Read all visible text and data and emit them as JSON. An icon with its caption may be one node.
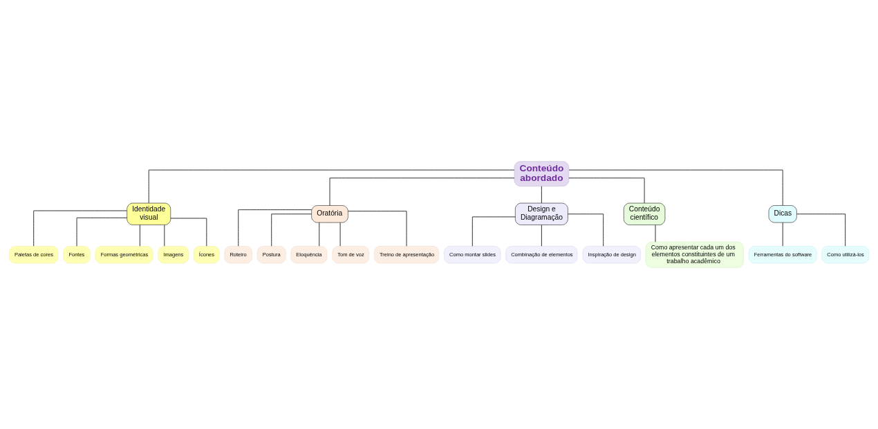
{
  "diagram": {
    "nodes": [
      {
        "text": [
          "Conteúdo abordado"
        ]
      },
      {
        "text": [
          "Identidade visual"
        ]
      },
      {
        "text": [
          "Paletas de cores"
        ]
      },
      {
        "text": [
          "Fontes"
        ]
      },
      {
        "text": [
          "Formas geométricas"
        ]
      },
      {
        "text": [
          "Imagens"
        ]
      },
      {
        "text": [
          "Ícones"
        ]
      },
      {
        "text": [
          "Oratória"
        ]
      },
      {
        "text": [
          "Roteiro"
        ]
      },
      {
        "text": [
          "Postura"
        ]
      },
      {
        "text": [
          "Eloquência"
        ]
      },
      {
        "text": [
          "Tom de voz"
        ]
      },
      {
        "text": [
          "Treino de apresentação"
        ]
      },
      {
        "text": [
          "Design e Diagramação"
        ]
      },
      {
        "text": [
          "Como montar slides"
        ]
      },
      {
        "text": [
          "Combinação de elementos"
        ]
      },
      {
        "text": [
          "Inspiração de design"
        ]
      },
      {
        "text": [
          "Conteúdo científico"
        ]
      },
      {
        "text": [
          "Como apresentar cada um dos elementos constituintes de um trabalho acadêmico"
        ]
      },
      {
        "text": [
          "Dicas"
        ]
      },
      {
        "text": [
          "Ferramentas do software"
        ]
      },
      {
        "text": [
          "Como utilizá-los"
        ]
      }
    ],
    "edges": [
      {
        "from": 0,
        "to": 1,
        "arrow": "none"
      },
      {
        "from": 1,
        "to": 2,
        "arrow": "none"
      },
      {
        "from": 1,
        "to": 3,
        "arrow": "none"
      },
      {
        "from": 1,
        "to": 4,
        "arrow": "none"
      },
      {
        "from": 1,
        "to": 5,
        "arrow": "none"
      },
      {
        "from": 1,
        "to": 6,
        "arrow": "none"
      },
      {
        "from": 0,
        "to": 7,
        "arrow": "none"
      },
      {
        "from": 7,
        "to": 8,
        "arrow": "none"
      },
      {
        "from": 7,
        "to": 9,
        "arrow": "none"
      },
      {
        "from": 7,
        "to": 10,
        "arrow": "none"
      },
      {
        "from": 7,
        "to": 11,
        "arrow": "none"
      },
      {
        "from": 7,
        "to": 12,
        "arrow": "none"
      },
      {
        "from": 0,
        "to": 13,
        "arrow": "none"
      },
      {
        "from": 13,
        "to": 14,
        "arrow": "none"
      },
      {
        "from": 13,
        "to": 15,
        "arrow": "none"
      },
      {
        "from": 13,
        "to": 16,
        "arrow": "none"
      },
      {
        "from": 0,
        "to": 17,
        "arrow": "none"
      },
      {
        "from": 17,
        "to": 18,
        "arrow": "none"
      },
      {
        "from": 0,
        "to": 19,
        "arrow": "none"
      },
      {
        "from": 19,
        "to": 20,
        "arrow": "none"
      },
      {
        "from": 19,
        "to": 21,
        "arrow": "none"
      }
    ]
  }
}
